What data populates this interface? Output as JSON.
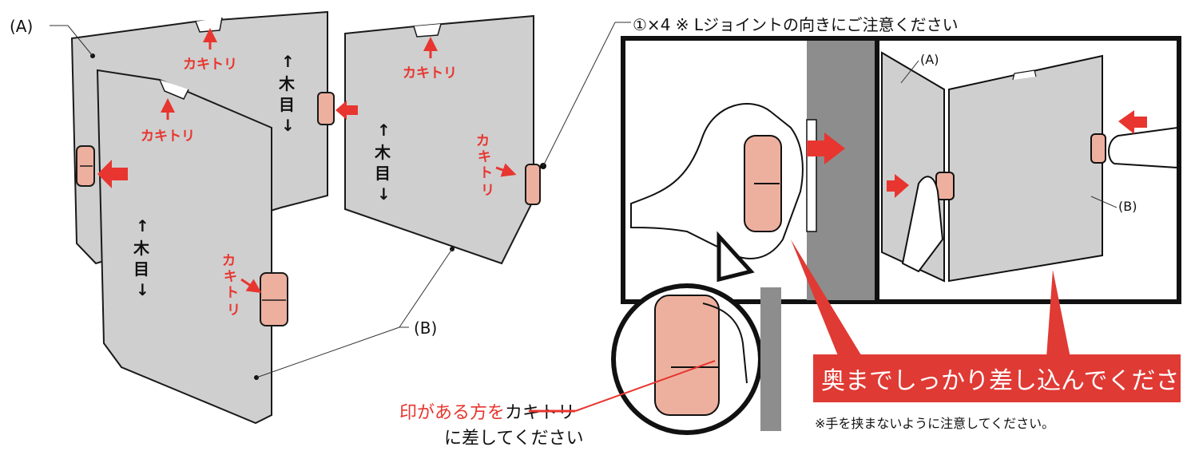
{
  "left": {
    "label_a": "(A)",
    "label_b": "(B)",
    "kakitori": "カキトリ",
    "kakitori_chars": [
      "カ",
      "キ",
      "ト",
      "リ"
    ],
    "grain": {
      "up": "↑",
      "char1": "木",
      "char2": "目",
      "down": "↓"
    }
  },
  "right": {
    "header": "①×4 ※ Lジョイントの向きにご注意ください",
    "label_a": "(A)",
    "label_b": "(B)",
    "banner": "奥までしっかり差し込んでください",
    "caution": "※手を挟まないように注意してください。"
  },
  "note": {
    "line1_red": "印がある方を",
    "line1_black": "カキトリ",
    "line2": "に差してください"
  },
  "colors": {
    "panel": "#cfcfcf",
    "outline": "#1a1a1a",
    "joint": "#eeb09e",
    "arrow": "#e8352f",
    "banner": "#e03a34"
  }
}
